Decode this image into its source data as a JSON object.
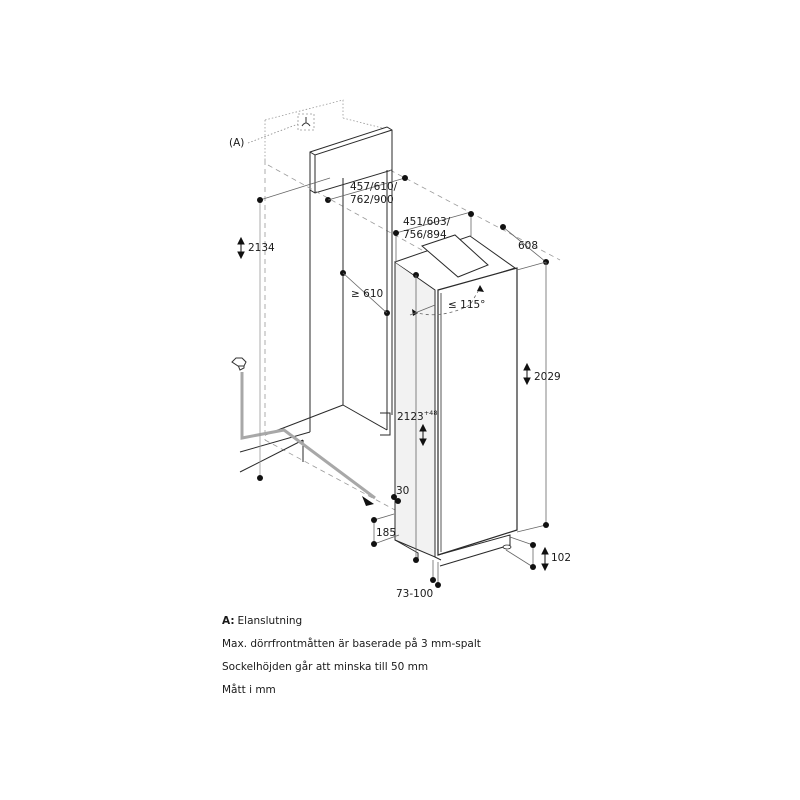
{
  "diagram": {
    "type": "installation-dimension-drawing",
    "subject": "built-in refrigerator niche",
    "callout_a": "(A)",
    "dimensions": {
      "panel_widths": "457/610/762/900",
      "panel_widths_line1": "457/610/",
      "panel_widths_line2": "762/900",
      "appliance_widths": "451/603/756/894",
      "appliance_widths_line1": "451/603/",
      "appliance_widths_line2": "756/894",
      "depth": "608",
      "door_angle": "≤ 115°",
      "niche_height": "2134",
      "niche_depth_min": "≥ 610",
      "appliance_height": "2029",
      "niche_height_tolerance_base": "2123",
      "niche_height_tolerance_sup": "+48",
      "side_offset": "30",
      "plinth_depth": "185",
      "plinth_height": "102",
      "plinth_setback": "73-100"
    },
    "colors": {
      "line": "#2a2a2a",
      "hidden_line": "#9a9a9a",
      "water_pipe": "#a8a8a8",
      "appliance_side": "#f2f2f2",
      "dot": "#111111"
    }
  },
  "notes": [
    {
      "key": "A:",
      "text": "Elanslutning"
    },
    {
      "key": "",
      "text": "Max. dörrfrontmåtten är baserade på 3 mm-spalt"
    },
    {
      "key": "",
      "text": "Sockelhöjden går att minska till 50 mm"
    },
    {
      "key": "",
      "text": "Mått i mm"
    }
  ]
}
